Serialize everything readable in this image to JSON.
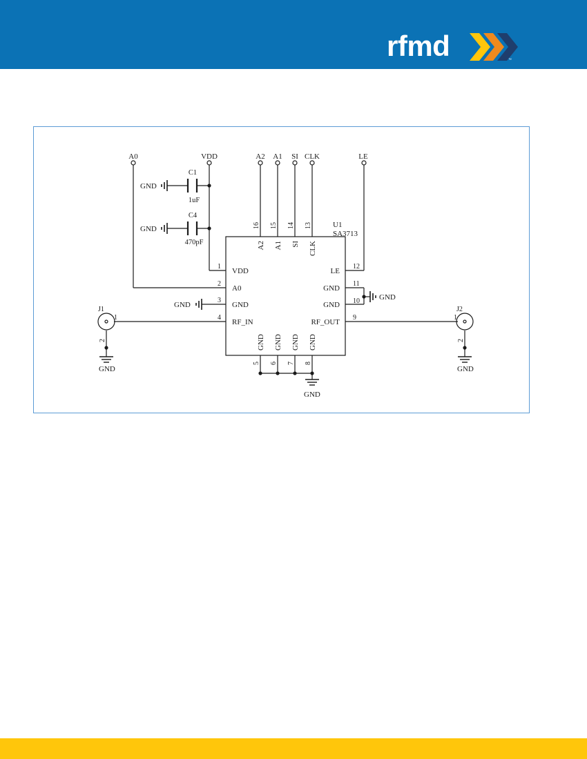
{
  "brand": {
    "name": "rfmd",
    "trademark": "™",
    "header_color": "#0B72B5",
    "footer_color": "#FFC60B",
    "frame_color": "#5B9BD5"
  },
  "schematic": {
    "part": {
      "ref": "U1",
      "value": "SA3713"
    },
    "ports": {
      "a0": "A0",
      "vdd": "VDD",
      "a2": "A2",
      "a1": "A1",
      "si": "SI",
      "clk": "CLK",
      "le": "LE"
    },
    "pins": {
      "p1": {
        "num": "1",
        "name": "VDD"
      },
      "p2": {
        "num": "2",
        "name": "A0"
      },
      "p3": {
        "num": "3",
        "name": "GND"
      },
      "p4": {
        "num": "4",
        "name": "RF_IN"
      },
      "p5": {
        "num": "5",
        "name": "GND"
      },
      "p6": {
        "num": "6",
        "name": "GND"
      },
      "p7": {
        "num": "7",
        "name": "GND"
      },
      "p8": {
        "num": "8",
        "name": "GND"
      },
      "p9": {
        "num": "9",
        "name": "RF_OUT"
      },
      "p10": {
        "num": "10",
        "name": "GND"
      },
      "p11": {
        "num": "11",
        "name": "GND"
      },
      "p12": {
        "num": "12",
        "name": "LE"
      },
      "p13": {
        "num": "13",
        "name": "CLK"
      },
      "p14": {
        "num": "14",
        "name": "SI"
      },
      "p15": {
        "num": "15",
        "name": "A1"
      },
      "p16": {
        "num": "16",
        "name": "A2"
      }
    },
    "capacitors": {
      "c1": {
        "ref": "C1",
        "value": "1uF"
      },
      "c4": {
        "ref": "C4",
        "value": "470pF"
      }
    },
    "connectors": {
      "j1": {
        "ref": "J1",
        "pin1": "1",
        "pin2": "2"
      },
      "j2": {
        "ref": "J2",
        "pin1": "1",
        "pin2": "2"
      }
    },
    "gnd_label": "GND"
  }
}
